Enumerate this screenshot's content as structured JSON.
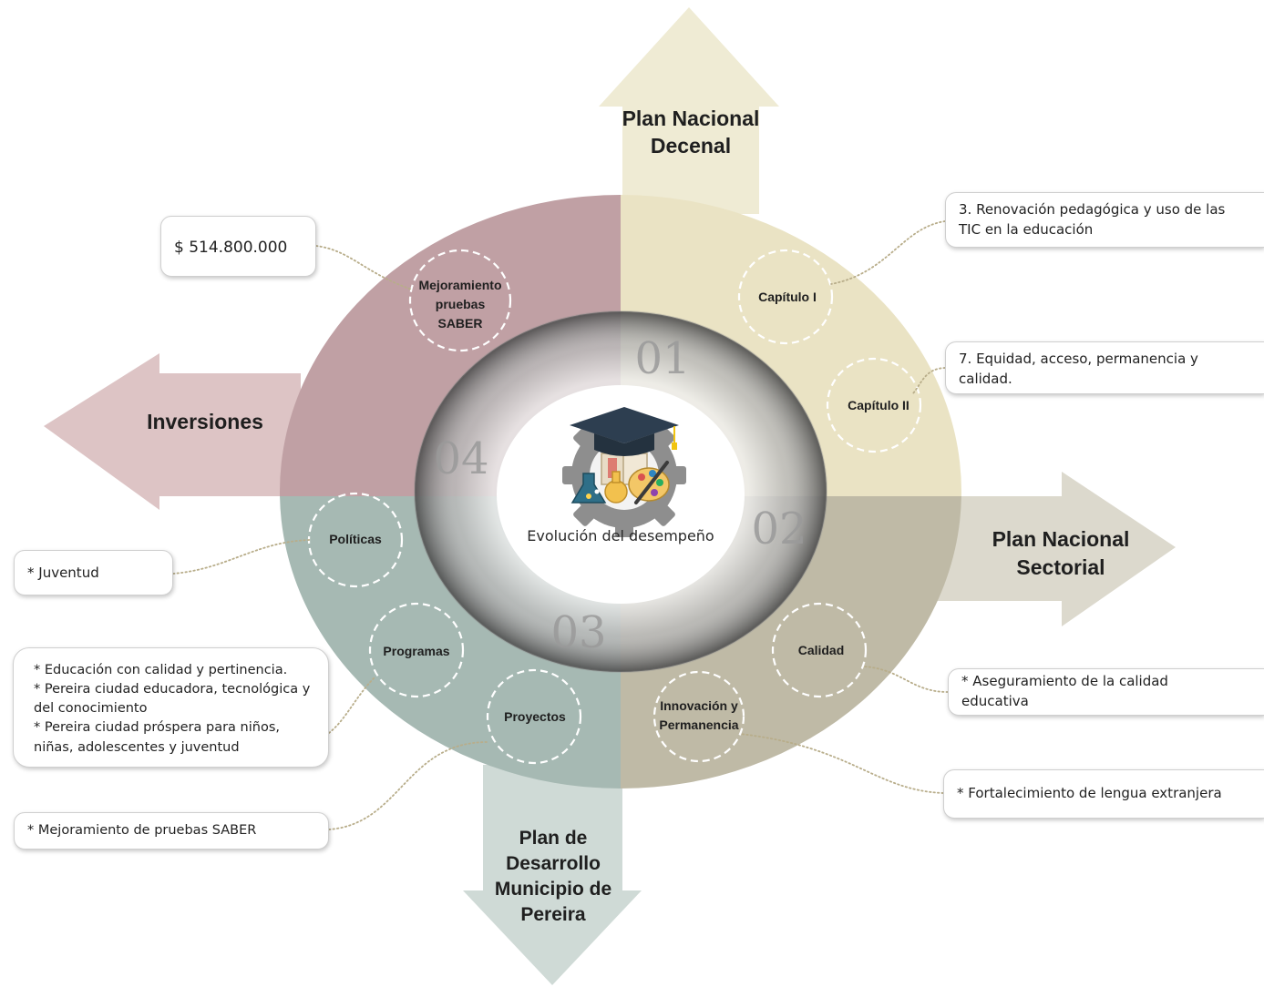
{
  "center": {
    "label": "Evolución del desempeño"
  },
  "quadrants": [
    {
      "number": "01",
      "color": "#eae3c4",
      "arrow_label": [
        "Plan Nacional",
        "Decenal"
      ],
      "arrow_color": "#efebd4",
      "items": [
        "Capítulo I",
        "Capítulo II"
      ]
    },
    {
      "number": "02",
      "color": "#bfbaa6",
      "arrow_label": [
        "Plan Nacional",
        "Sectorial"
      ],
      "arrow_color": "#dcd9cd",
      "items": [
        "Calidad",
        "Innovación y",
        "Permanencia"
      ]
    },
    {
      "number": "03",
      "color": "#a6b9b3",
      "arrow_label": [
        "Plan de",
        "Desarrollo",
        "Municipio de",
        "Pereira"
      ],
      "arrow_color": "#cfdad6",
      "items": [
        "Políticas",
        "Programas",
        "Proyectos"
      ]
    },
    {
      "number": "04",
      "color": "#c0a0a4",
      "arrow_label": [
        "Inversiones"
      ],
      "arrow_color": "#ddc4c5",
      "items": [
        "Mejoramiento",
        "pruebas",
        "SABER"
      ]
    }
  ],
  "callouts": {
    "investment": "$ 514.800.000",
    "capitulo1": "3. Renovación pedagógica y uso de las TIC en la educación",
    "capitulo2": "7. Equidad, acceso, permanencia y calidad.",
    "calidad": "* Aseguramiento de la calidad educativa",
    "innovacion": "* Fortalecimiento de lengua extranjera",
    "politicas": "* Juventud",
    "programas": [
      "* Educación con calidad y pertinencia.",
      "* Pereira ciudad educadora, tecnológica y del conocimiento",
      "* Pereira ciudad próspera para niños, niñas, adolescentes y juventud"
    ],
    "proyectos": "* Mejoramiento de pruebas SABER"
  },
  "colors": {
    "dashed_circle": "#ffffff",
    "connector": "#b8ad8a",
    "label_text": "#1f1f1f",
    "number_text": "#9a9a9a"
  }
}
